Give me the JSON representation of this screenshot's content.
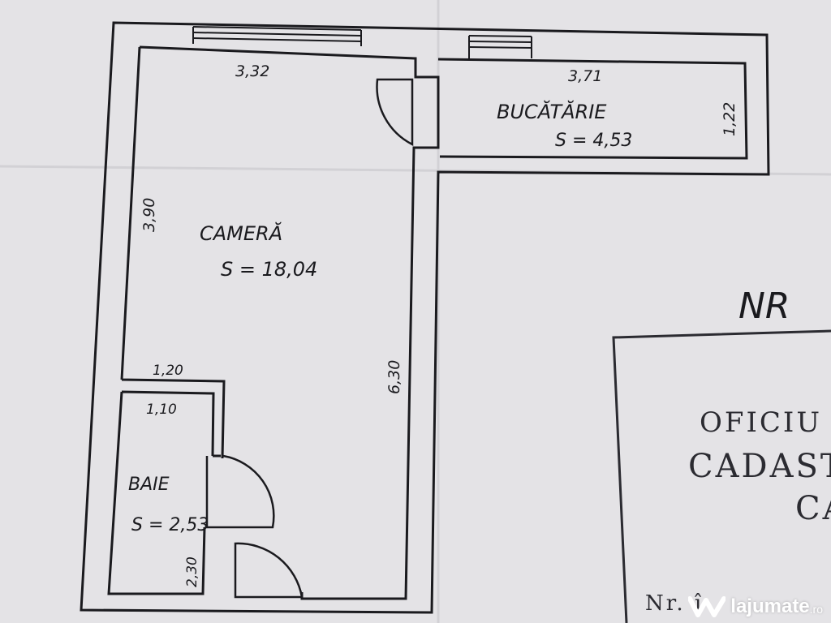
{
  "rooms": {
    "camera": {
      "name": "CAMERĂ",
      "area": "S = 18,04"
    },
    "bucatarie": {
      "name": "BUCĂTĂRIE",
      "area": "S = 4,53"
    },
    "baie": {
      "name": "BAIE",
      "area": "S = 2,53"
    }
  },
  "dimensions": {
    "camera_width": "3,32",
    "camera_height": "3,90",
    "right_wall": "6,30",
    "kitchen_width": "3,71",
    "kitchen_height": "1,22",
    "step_width": "1,20",
    "bath_width": "1,10",
    "bath_height": "2,30"
  },
  "annotations": {
    "nr": "NR"
  },
  "stamp": {
    "line1": "OFICIU",
    "line2": "CADAST",
    "line3": "CA",
    "line4": "Nr. î"
  },
  "watermark": {
    "brand": "lajumate",
    "tld": ".ro"
  },
  "colors": {
    "paper": "#e4e3e6",
    "ink": "#1a1a1e"
  }
}
